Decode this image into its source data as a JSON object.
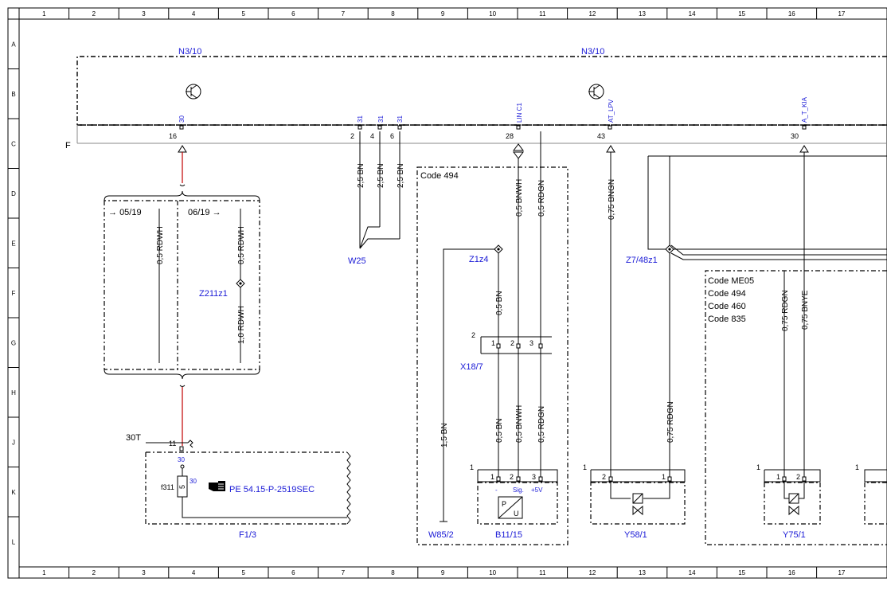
{
  "grid": {
    "columns": [
      "1",
      "2",
      "3",
      "4",
      "5",
      "6",
      "7",
      "8",
      "9",
      "10",
      "11",
      "12",
      "13",
      "14",
      "15",
      "16",
      "17"
    ],
    "rows": [
      "A",
      "B",
      "C",
      "D",
      "E",
      "F",
      "G",
      "H",
      "J",
      "K",
      "L"
    ]
  },
  "bus_label": "F",
  "ecu": {
    "name_left": "N3/10",
    "name_right": "N3/10",
    "pins": [
      {
        "num": "16",
        "signal": "30"
      },
      {
        "num": "2",
        "signal": "31"
      },
      {
        "num": "4",
        "signal": "31"
      },
      {
        "num": "6",
        "signal": "31"
      },
      {
        "num": "28",
        "signal": "LIN C1"
      },
      {
        "num": "43",
        "signal": "AT_LPV"
      },
      {
        "num": "30",
        "signal": "A_T_KIA"
      }
    ]
  },
  "wires": {
    "w1": "0,5 RDWH",
    "w2": "0,5 RDWH",
    "w3": "1,0 RDWH",
    "w4": "2,5 BN",
    "w5": "2,5 BN",
    "w6": "2,5 BN",
    "w7": "0,5 BNWH",
    "w8": "0,5 RDGN",
    "w9": "0,75 BNGN",
    "w10": "0,5 BN",
    "w11": "1,5 BN",
    "w12": "0,5 BN",
    "w13": "0,5 BNWH",
    "w14": "0,5 RDGN",
    "w15": "0,75 RDGN",
    "w16": "0,75 RDGN",
    "w17": "0,75 BNYE"
  },
  "version_box": {
    "left": "05/19",
    "right": "06/19"
  },
  "splices": {
    "s1": "Z211z1",
    "s2": "Z1z4",
    "s3": "Z7/48z1"
  },
  "ground": "W25",
  "code_box_1": "Code 494",
  "code_box_2": [
    "Code ME05",
    "Code 494",
    "Code 460",
    "Code 835"
  ],
  "connector": {
    "name": "X18/7",
    "number": "2",
    "pins": [
      "1",
      "2",
      "3"
    ]
  },
  "fuse": {
    "terminal": "30T",
    "pin11": "11",
    "pin30a": "30",
    "pin30b": "30",
    "fuse_name": "f311",
    "fuse_value": "5",
    "reference": "PE 54.15-P-2519SEC",
    "name": "F1/3"
  },
  "components": {
    "w85": "W85/2",
    "sensor": {
      "name": "B11/15",
      "header": "1",
      "pins": [
        "1",
        "2",
        "3"
      ],
      "signals": [
        "-",
        "Sig.",
        "+5V"
      ],
      "symbol_p": "P",
      "symbol_u": "U"
    },
    "valve1": {
      "name": "Y58/1",
      "header": "1",
      "pins": [
        "2",
        "1"
      ]
    },
    "valve2": {
      "name": "Y75/1",
      "header": "1",
      "pins": [
        "1",
        "2"
      ]
    },
    "partial_header": "1"
  }
}
